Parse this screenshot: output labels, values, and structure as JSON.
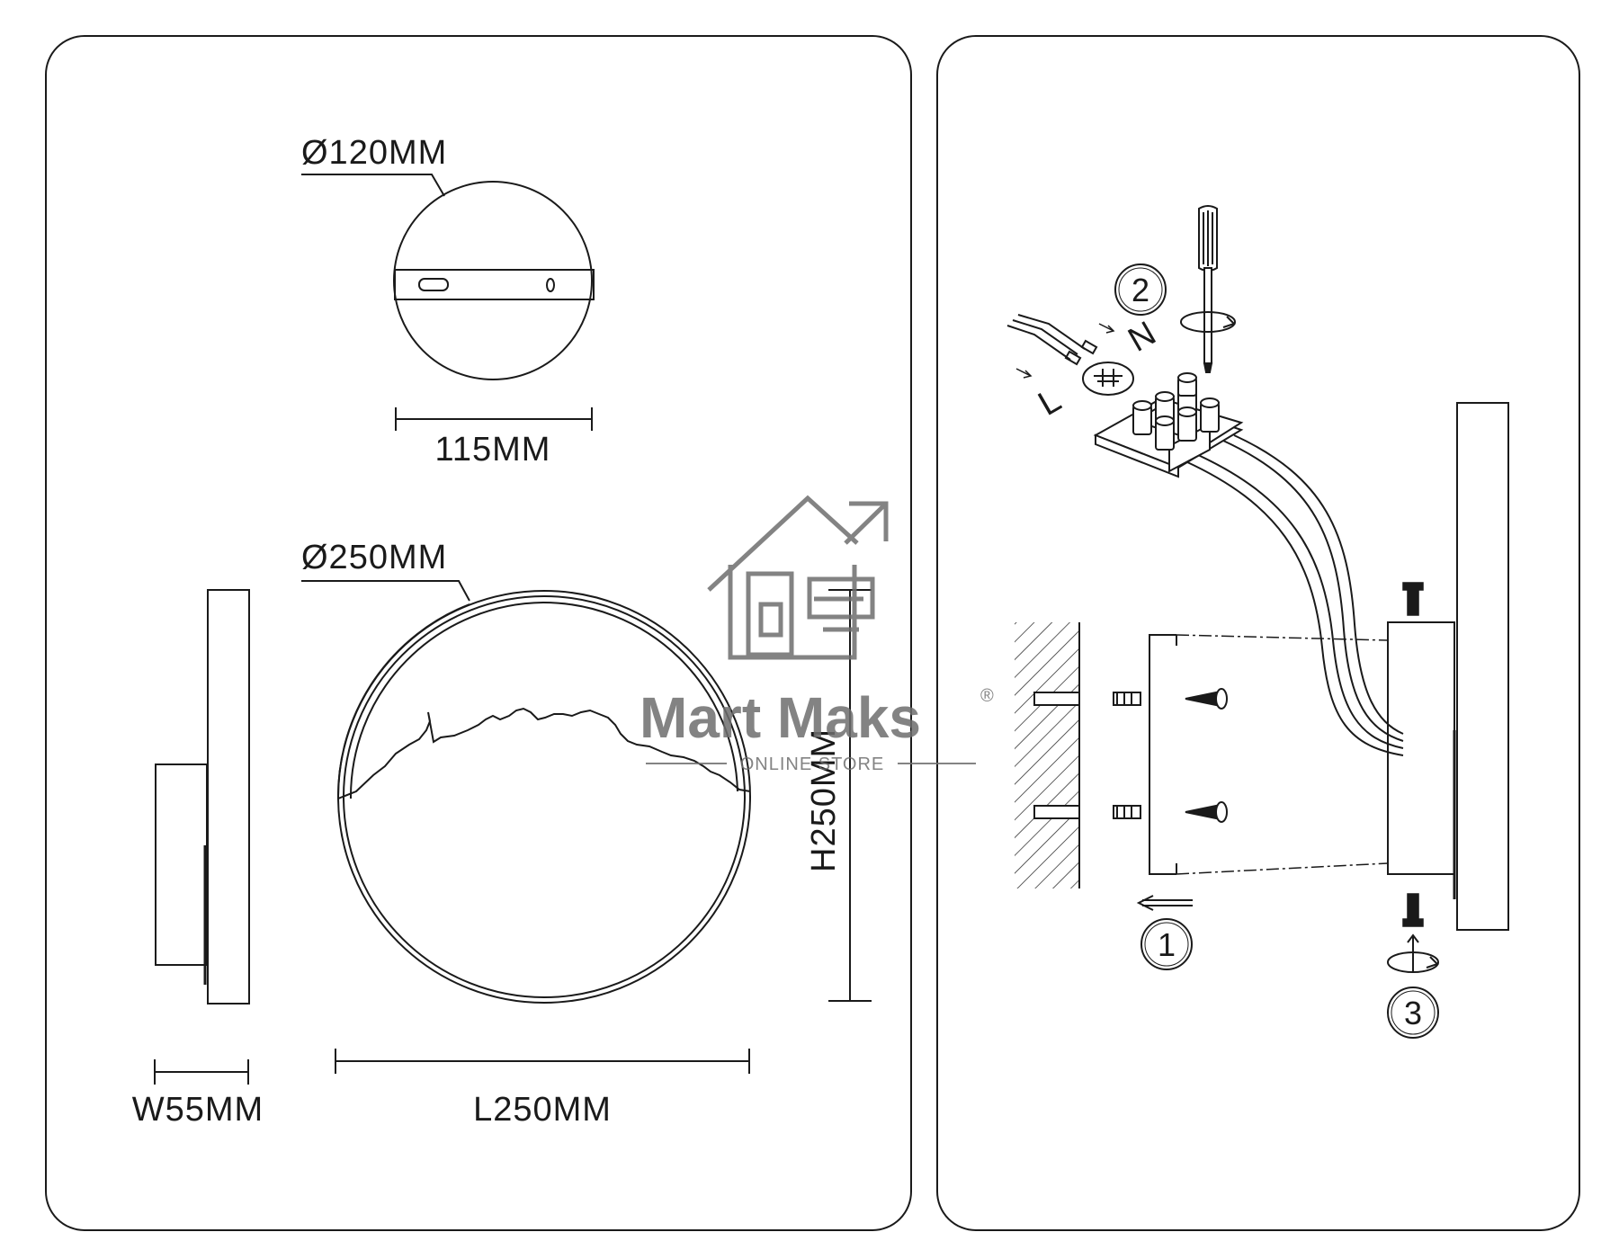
{
  "dimensions": {
    "base_diameter": "Ø120MM",
    "base_width": "115MM",
    "lamp_diameter": "Ø250MM",
    "width": "W55MM",
    "length": "L250MM",
    "height": "H250MM"
  },
  "steps": [
    "1",
    "2",
    "3"
  ],
  "terminal_marks": {
    "neutral": "N",
    "live": "L"
  },
  "watermark": {
    "brand": "Mart Maks",
    "registered": "®",
    "tagline": "ONLINE STORE"
  },
  "colors": {
    "line": "#1a1a1a",
    "watermark": "#6e6e6e"
  }
}
